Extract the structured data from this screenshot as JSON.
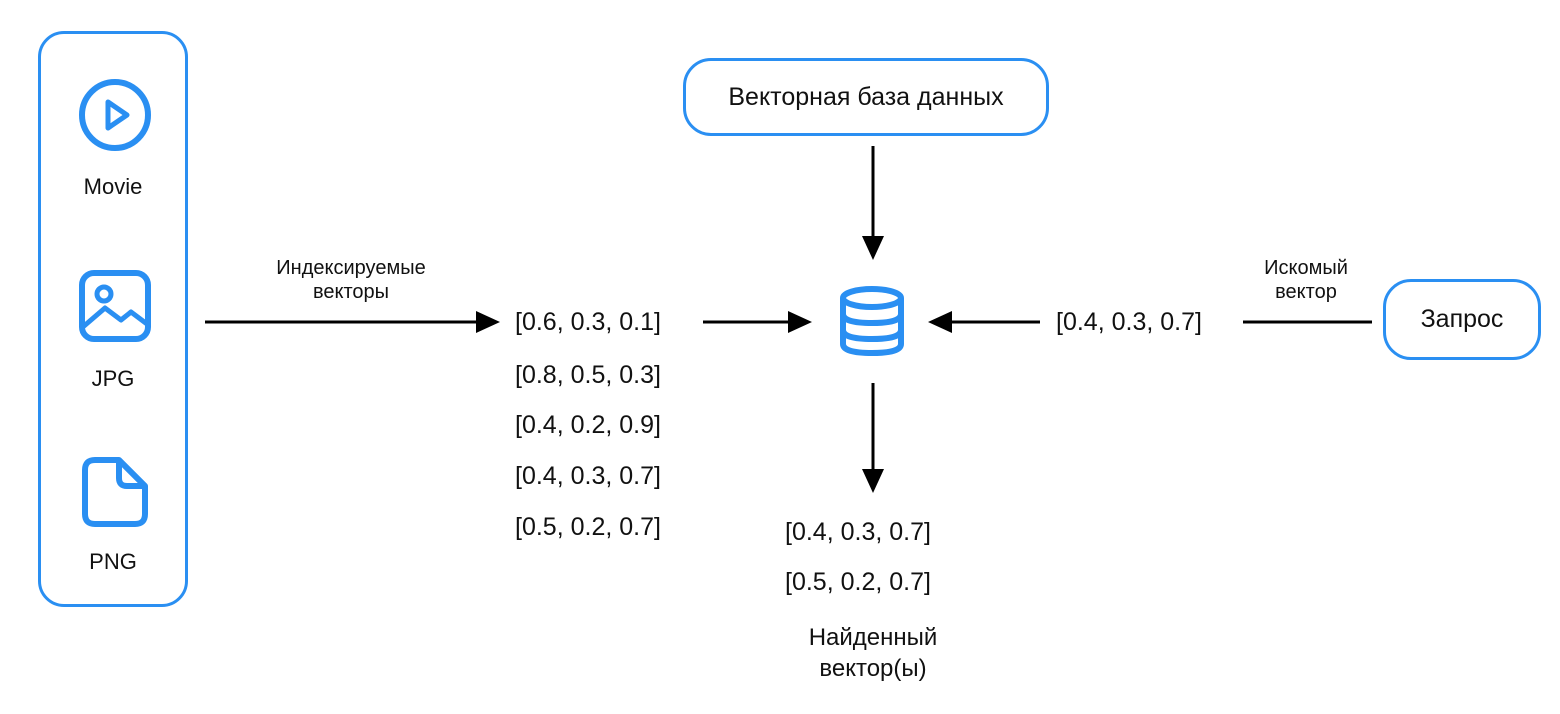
{
  "sources": {
    "items": [
      {
        "label": "Movie",
        "icon": "play-circle-icon"
      },
      {
        "label": "JPG",
        "icon": "image-icon"
      },
      {
        "label": "PNG",
        "icon": "file-icon"
      }
    ]
  },
  "indexed_label": {
    "line1": "Индексируемые",
    "line2": "векторы"
  },
  "indexed_vectors": [
    "[0.6, 0.3, 0.1]",
    "[0.8, 0.5, 0.3]",
    "[0.4, 0.2, 0.9]",
    "[0.4, 0.3, 0.7]",
    "[0.5, 0.2, 0.7]"
  ],
  "vector_db": {
    "label": "Векторная база данных",
    "icon": "database-icon"
  },
  "query": {
    "label": "Запрос",
    "edge_label_line1": "Искомый",
    "edge_label_line2": "вектор",
    "vector": "[0.4, 0.3, 0.7]"
  },
  "results": {
    "vectors": [
      "[0.4, 0.3, 0.7]",
      "[0.5, 0.2, 0.7]"
    ],
    "label_line1": "Найденный",
    "label_line2": "вектор(ы)"
  },
  "colors": {
    "accent": "#2a8ff2",
    "text": "#111111",
    "arrow": "#000000"
  }
}
